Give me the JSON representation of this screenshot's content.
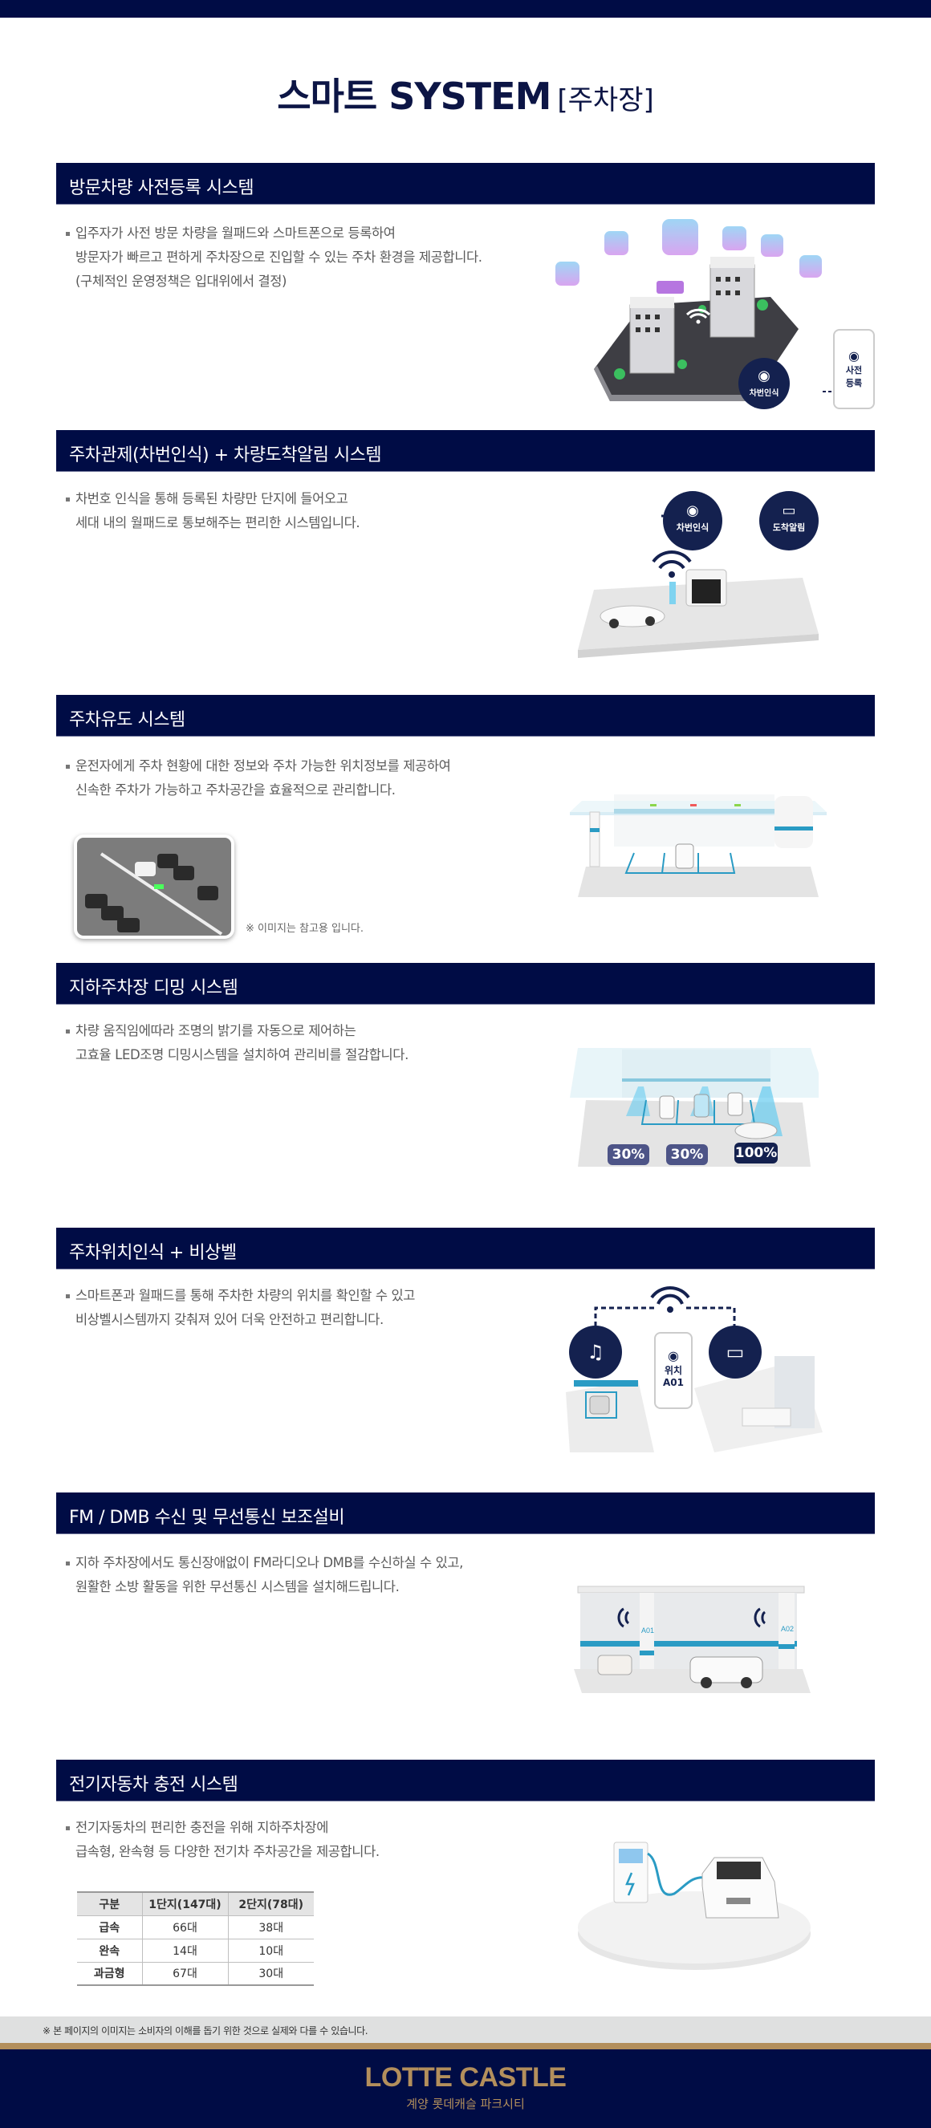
{
  "header": {
    "title_main": "스마트 SYSTEM",
    "title_sub": "[주차장]"
  },
  "sections": [
    {
      "title": "방문차량 사전등록 시스템",
      "lines": [
        "입주자가 사전 방문 차량을 월패드와 스마트폰으로 등록하여",
        "방문자가 빠르고 편하게 주차장으로 진입할 수 있는 주차 환경을 제공합니다.",
        "(구체적인 운영정책은 입대위에서 결정)"
      ],
      "illustration": {
        "circle_label": "차번인식",
        "phone_label_1": "사전",
        "phone_label_2": "등록"
      }
    },
    {
      "title": "주차관제(차번인식) + 차량도착알림 시스템",
      "lines": [
        "차번호 인식을 통해 등록된 차량만 단지에 들어오고",
        "세대 내의 월패드로 통보해주는 편리한 시스템입니다."
      ],
      "illustration": {
        "circle_left_label": "차번인식",
        "circle_right_label": "도착알림"
      }
    },
    {
      "title": "주차유도 시스템",
      "lines": [
        "운전자에게 주차 현황에 대한 정보와 주차 가능한 위치정보를 제공하여",
        "신속한 주차가 가능하고 주차공간을 효율적으로 관리합니다."
      ],
      "note": "※ 이미지는 참고용 입니다."
    },
    {
      "title": "지하주차장 디밍 시스템",
      "lines": [
        "차량 움직임에따라 조명의 밝기를 자동으로 제어하는",
        "고효율 LED조명 디밍시스템을 설치하여 관리비를 절감합니다."
      ],
      "illustration": {
        "badges": [
          "30%",
          "30%",
          "100%"
        ]
      }
    },
    {
      "title": "주차위치인식 + 비상벨",
      "lines": [
        "스마트폰과 월패드를 통해 주차한 차량의 위치를 확인할 수 있고",
        "비상벨시스템까지 갖춰져 있어 더욱 안전하고 편리합니다."
      ],
      "illustration": {
        "phone_label_1": "위치",
        "phone_label_2": "A01"
      }
    },
    {
      "title": "FM / DMB 수신 및 무선통신 보조설비",
      "lines": [
        "지하 주차장에서도 통신장애없이 FM라디오나 DMB를 수신하실 수 있고,",
        "원활한 소방 활동을 위한 무선통신 시스템을 설치해드립니다."
      ],
      "illustration": {
        "pillar_labels": [
          "A01",
          "A02"
        ]
      }
    },
    {
      "title": "전기자동차 충전 시스템",
      "lines": [
        "전기자동차의 편리한 충전을 위해 지하주차장에",
        "급속형, 완속형 등 다양한 전기차 주차공간을 제공합니다."
      ],
      "table": {
        "headers": [
          "구분",
          "1단지(147대)",
          "2단지(78대)"
        ],
        "rows": [
          [
            "급속",
            "66대",
            "38대"
          ],
          [
            "완속",
            "14대",
            "10대"
          ],
          [
            "과금형",
            "67대",
            "30대"
          ]
        ]
      }
    }
  ],
  "disclaimer": "※ 본 페이지의 이미지는 소비자의 이해를 돕기 위한 것으로 실제와 다를 수 있습니다.",
  "footer": {
    "brand": "LOTTE CASTLE",
    "site_name": "계양 롯데캐슬 파크시티"
  },
  "colors": {
    "navy": "#000c45",
    "gold": "#b38f5c",
    "accent_blue": "#2a9bc4"
  }
}
